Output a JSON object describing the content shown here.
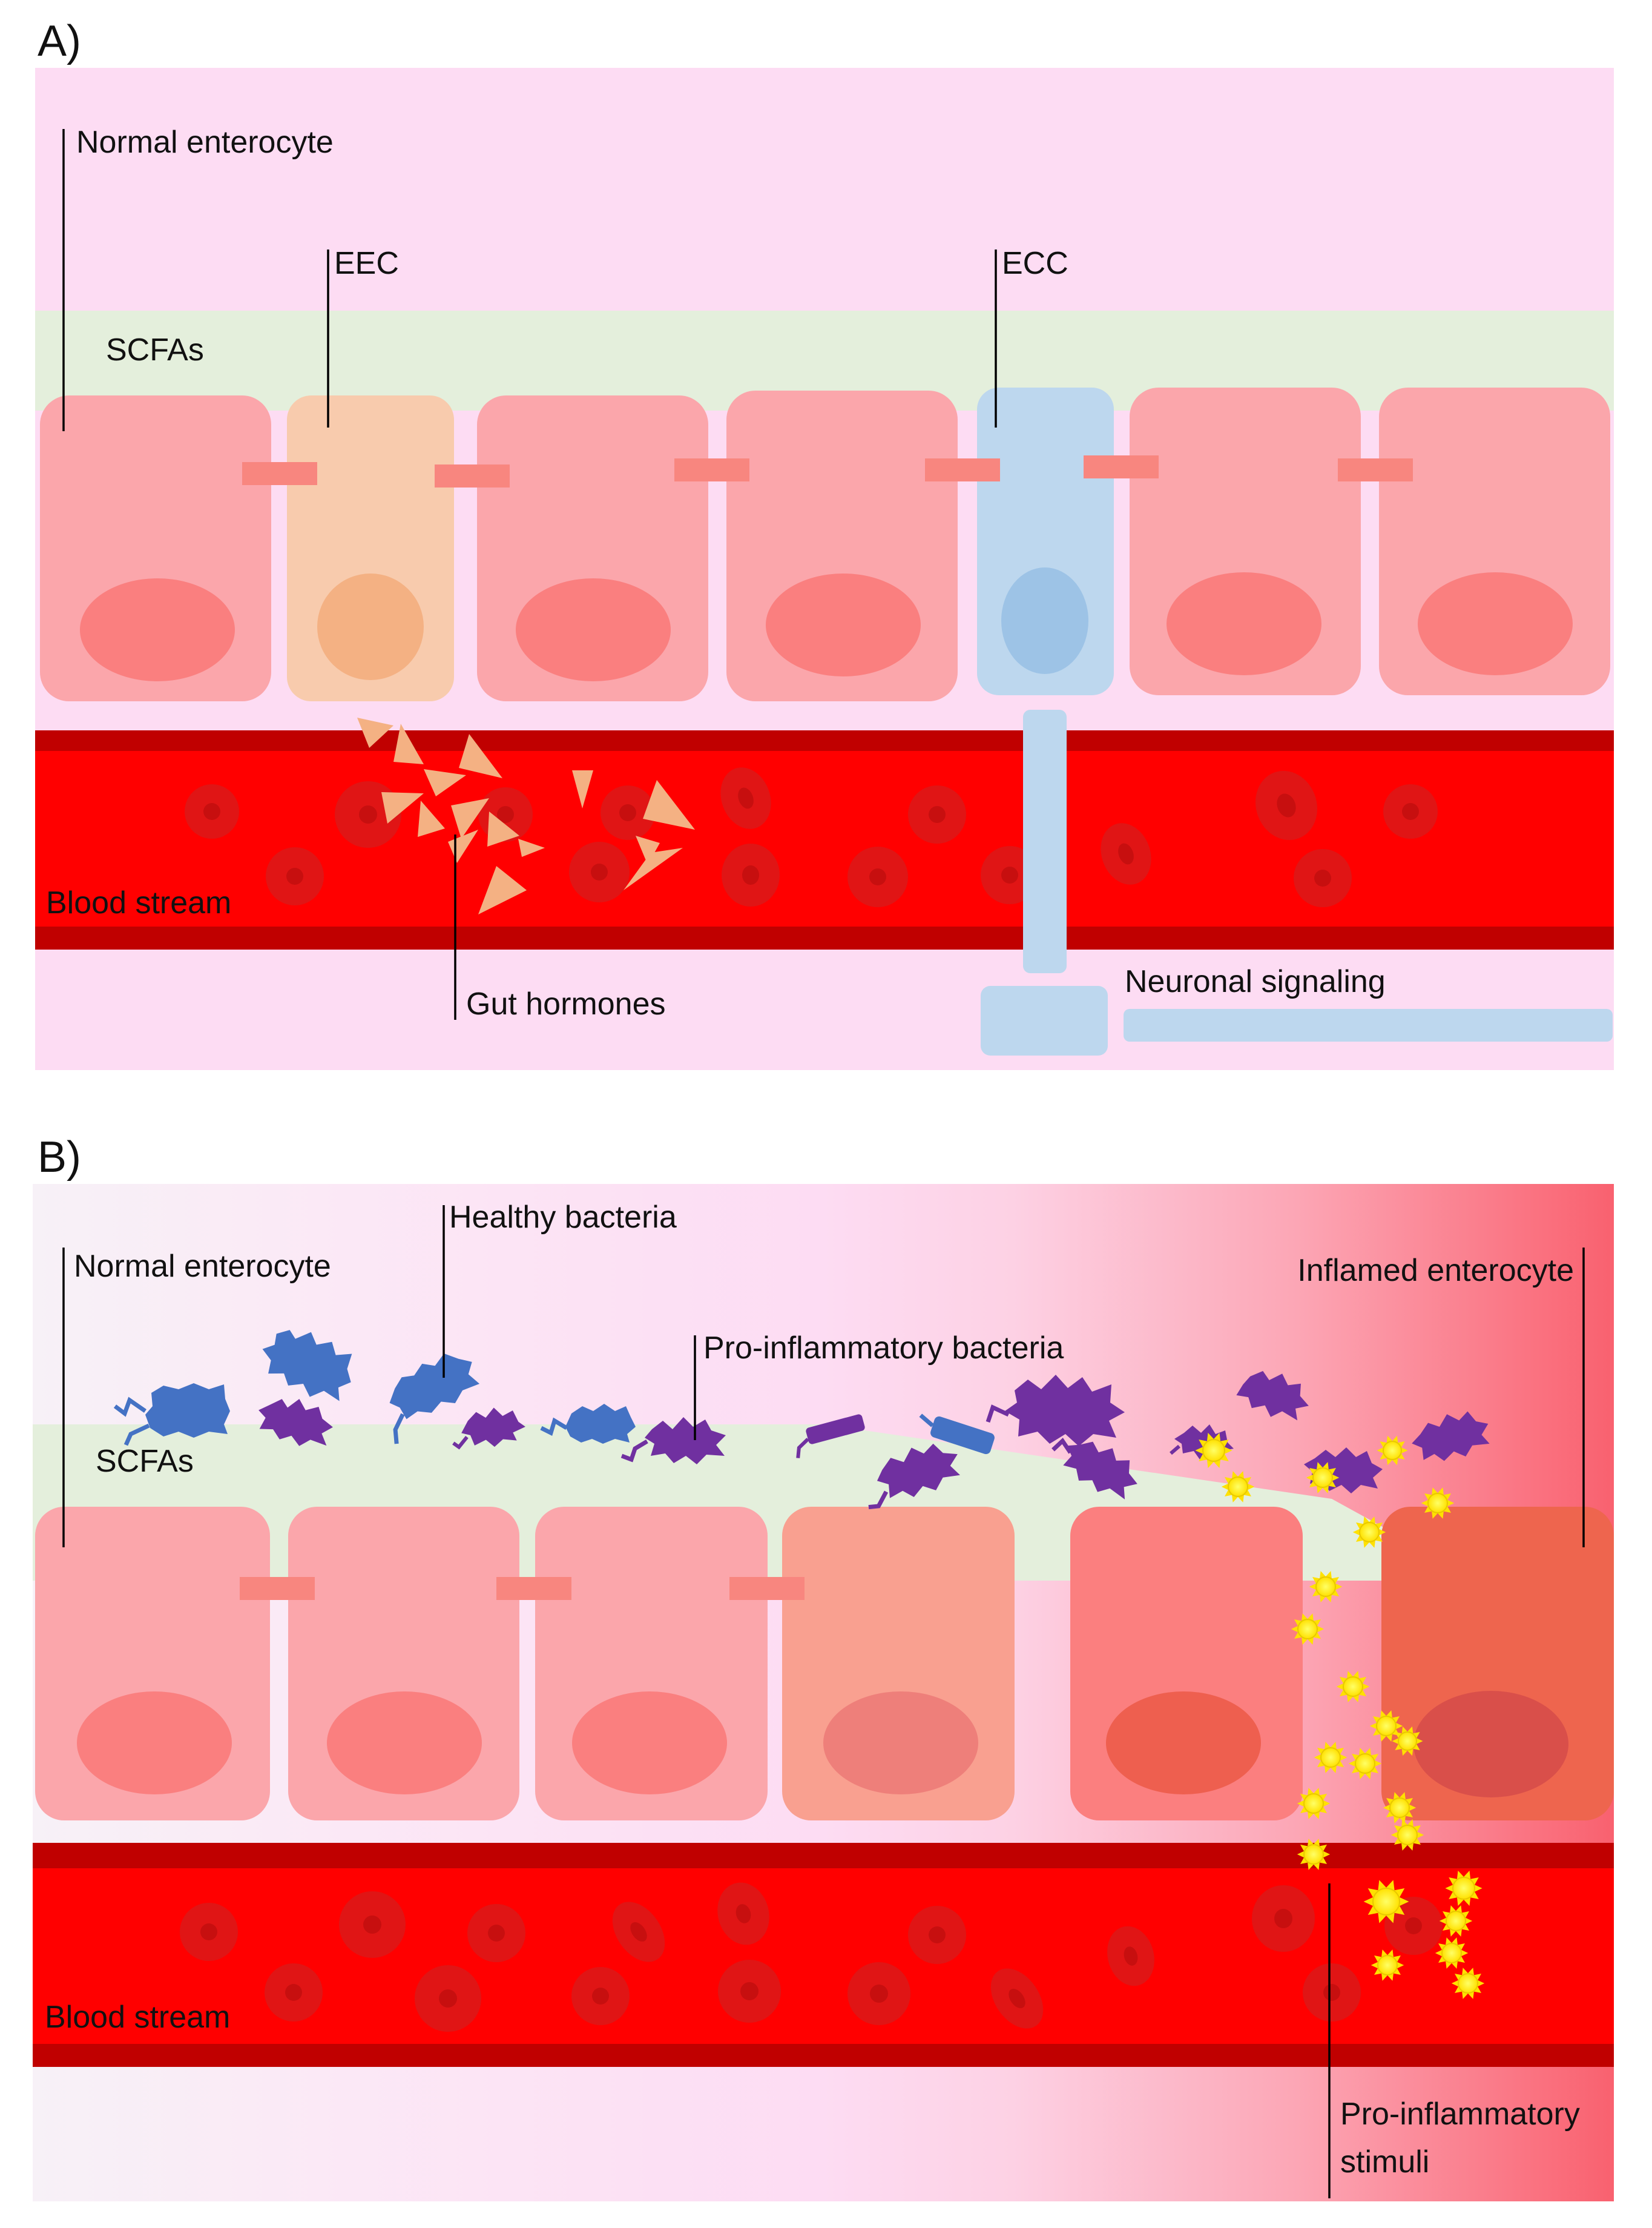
{
  "panels": {
    "a": {
      "label": "A)",
      "normal_enterocyte": "Normal enterocyte",
      "eec": "EEC",
      "ecc": "ECC",
      "scfas": "SCFAs",
      "blood_stream": "Blood stream",
      "gut_hormones": "Gut hormones",
      "neuronal_signaling": "Neuronal signaling"
    },
    "b": {
      "label": "B)",
      "normal_enterocyte": "Normal enterocyte",
      "healthy_bacteria": "Healthy bacteria",
      "pro_inflammatory_bacteria": "Pro-inflammatory bacteria",
      "inflamed_enterocyte": "Inflamed enterocyte",
      "scfas": "SCFAs",
      "blood_stream": "Blood stream",
      "pro_inflammatory_stimuli_line1": "Pro-inflammatory",
      "pro_inflammatory_stimuli_line2": "stimuli"
    }
  },
  "colors": {
    "lumen": "#fddcf3",
    "mucus_scfa": "#e4efdc",
    "enterocyte": "#fba6ab",
    "enterocyte_nucleus": "#fa7f7f",
    "eec": "#f8cbad",
    "eec_nucleus": "#f4b183",
    "ecc": "#bdd7ee",
    "ecc_nucleus": "#9dc3e6",
    "tight_junction": "#f8867f",
    "vessel_wall": "#c00000",
    "blood": "#ff0000",
    "red_blood_cell": "#e01515",
    "gut_hormone": "#f4b183",
    "healthy_bacteria": "#4472c4",
    "pro_inflammatory_bacteria": "#7030a0",
    "inflammatory_stimulus": "#ffff00",
    "inflamed_region": "#f9616f"
  },
  "icons": [
    "red-blood-cell-icon",
    "gut-hormone-icon",
    "healthy-bacterium-icon",
    "pro-inflammatory-bacterium-icon",
    "inflammatory-stimulus-icon"
  ]
}
